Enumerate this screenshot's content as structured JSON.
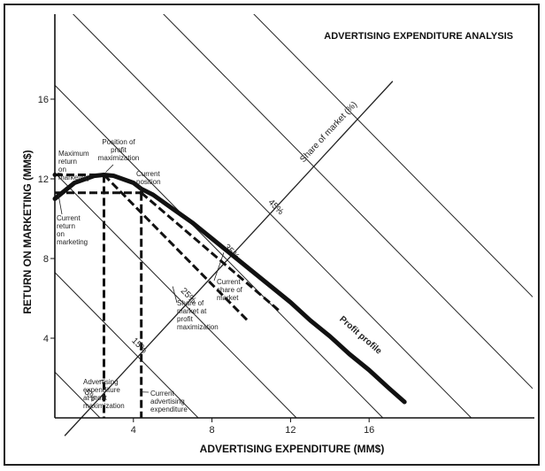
{
  "chart_data": {
    "type": "line",
    "title": "ADVERTISING EXPENDITURE ANALYSIS",
    "xlabel": "ADVERTISING EXPENDITURE (MM$)",
    "ylabel": "RETURN ON MARKETING (MM$)",
    "xlim": [
      0,
      24
    ],
    "ylim": [
      0,
      20
    ],
    "x_ticks": [
      4,
      8,
      12,
      16
    ],
    "y_ticks": [
      4,
      8,
      12,
      16
    ],
    "grid": false,
    "series": [
      {
        "name": "Profit profile",
        "x": [
          0,
          1,
          2,
          2.5,
          3,
          4,
          4.4,
          5,
          6,
          7,
          8,
          9,
          10,
          11,
          12,
          13,
          14,
          15,
          16,
          17,
          17.8
        ],
        "y": [
          11.0,
          11.8,
          12.15,
          12.2,
          12.15,
          11.8,
          11.5,
          11.2,
          10.5,
          9.8,
          9.0,
          8.2,
          7.4,
          6.6,
          5.8,
          4.9,
          4.1,
          3.2,
          2.4,
          1.5,
          0.8
        ]
      }
    ],
    "share_lines": [
      {
        "label": "5%",
        "intercept": 2.3
      },
      {
        "label": "15%",
        "intercept": 7.3
      },
      {
        "label": "25%",
        "intercept": 12.3
      },
      {
        "label": "35%",
        "intercept": 16.7
      },
      {
        "label": "45%",
        "intercept": 21.2
      },
      {
        "intercept": 25.8
      },
      {
        "intercept": 30.4
      }
    ],
    "share_axis_label": "Share of market (%)",
    "curve_label": "Profit profile",
    "points": {
      "max_return": {
        "x": 0,
        "y": 12.2
      },
      "profit_max": {
        "x": 2.5,
        "y": 12.2
      },
      "current": {
        "x": 4.4,
        "y": 11.3
      }
    },
    "annotations": {
      "max_return": "Maximum return on marketing",
      "profit_max": "Position of profit maximization",
      "current_position": "Current position",
      "current_return": "Current return on marketing",
      "current_share": "Current share of market",
      "share_at_profit": "Share of market at profit maximization",
      "adv_at_profit": "Advertising expenditure at profit maximization",
      "current_adv": "Current advertising expenditure"
    }
  }
}
